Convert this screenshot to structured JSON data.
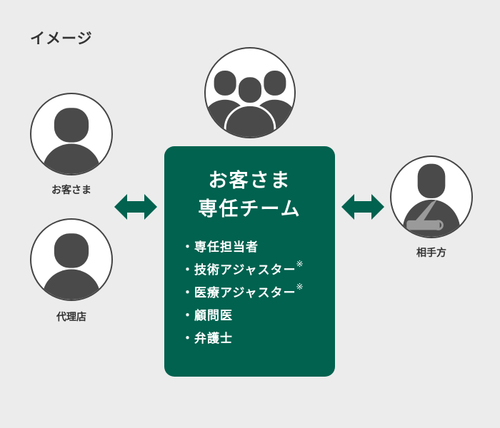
{
  "heading": "イメージ",
  "left": {
    "customer_label": "お客さま",
    "agent_label": "代理店"
  },
  "team": {
    "title_line1": "お客さま",
    "title_line2": "専任チーム",
    "members": [
      {
        "text": "専任担当者",
        "mark": ""
      },
      {
        "text": "技術アジャスター",
        "mark": "※"
      },
      {
        "text": "医療アジャスター",
        "mark": "※"
      },
      {
        "text": "顧問医",
        "mark": ""
      },
      {
        "text": "弁護士",
        "mark": ""
      }
    ],
    "bullet": "・"
  },
  "right": {
    "other_party_label": "相手方"
  },
  "icons": {
    "customer": "person-icon",
    "agent": "person-icon",
    "team": "group-icon",
    "other_party": "injured-person-icon",
    "exchange": "double-arrow-icon"
  },
  "colors": {
    "team_green": "#00624f",
    "silhouette": "#4a4a4a",
    "sling": "#9a9a9a"
  }
}
